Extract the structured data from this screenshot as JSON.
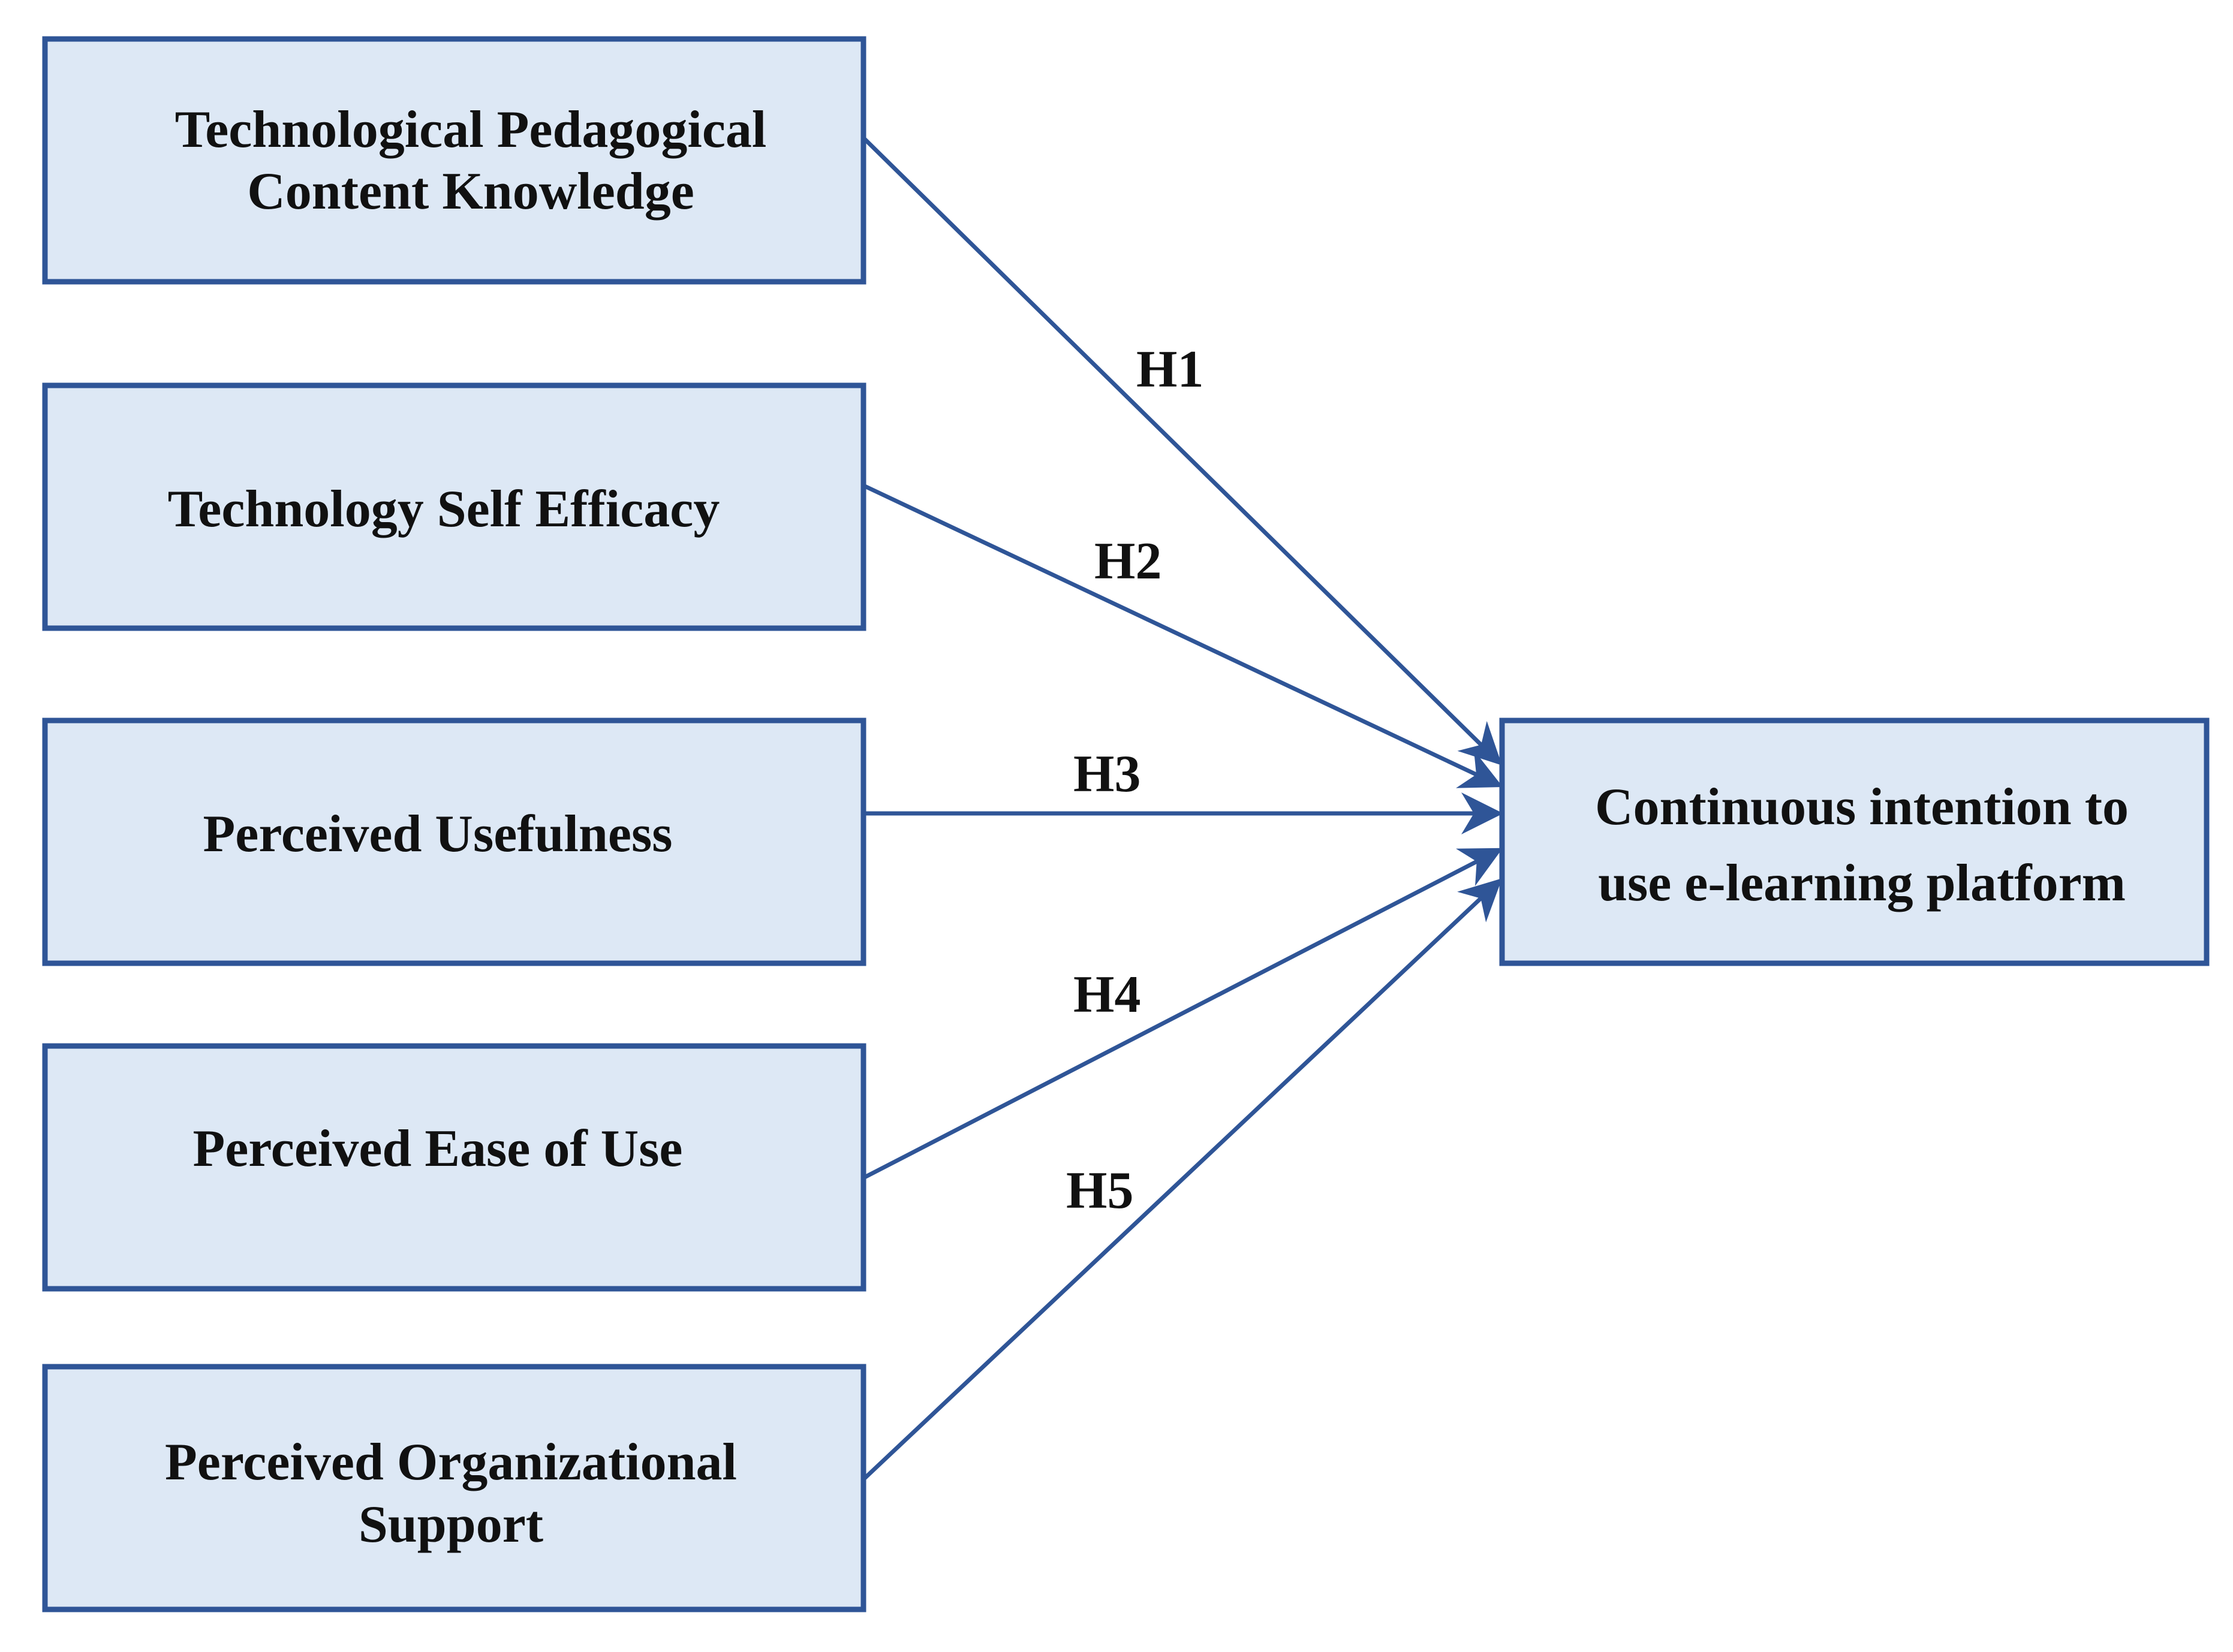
{
  "colors": {
    "box_fill": "#dde8f5",
    "box_border": "#2f5597",
    "arrow": "#2f5597",
    "text": "#111111"
  },
  "nodes": [
    {
      "id": "tpck",
      "lines": [
        "Technological Pedagogical",
        "Content Knowledge"
      ]
    },
    {
      "id": "tse",
      "lines": [
        "Technology Self Efficacy"
      ]
    },
    {
      "id": "pu",
      "lines": [
        "Perceived Usefulness"
      ]
    },
    {
      "id": "peou",
      "lines": [
        "Perceived Ease of Use"
      ]
    },
    {
      "id": "pos",
      "lines": [
        "Perceived Organizational",
        "Support"
      ]
    },
    {
      "id": "ci",
      "lines": [
        "Continuous intention to",
        "use e-learning platform"
      ]
    }
  ],
  "edges": [
    {
      "from": "tpck",
      "to": "ci",
      "label": "H1"
    },
    {
      "from": "tse",
      "to": "ci",
      "label": "H2"
    },
    {
      "from": "pu",
      "to": "ci",
      "label": "H3"
    },
    {
      "from": "peou",
      "to": "ci",
      "label": "H4"
    },
    {
      "from": "pos",
      "to": "ci",
      "label": "H5"
    }
  ]
}
